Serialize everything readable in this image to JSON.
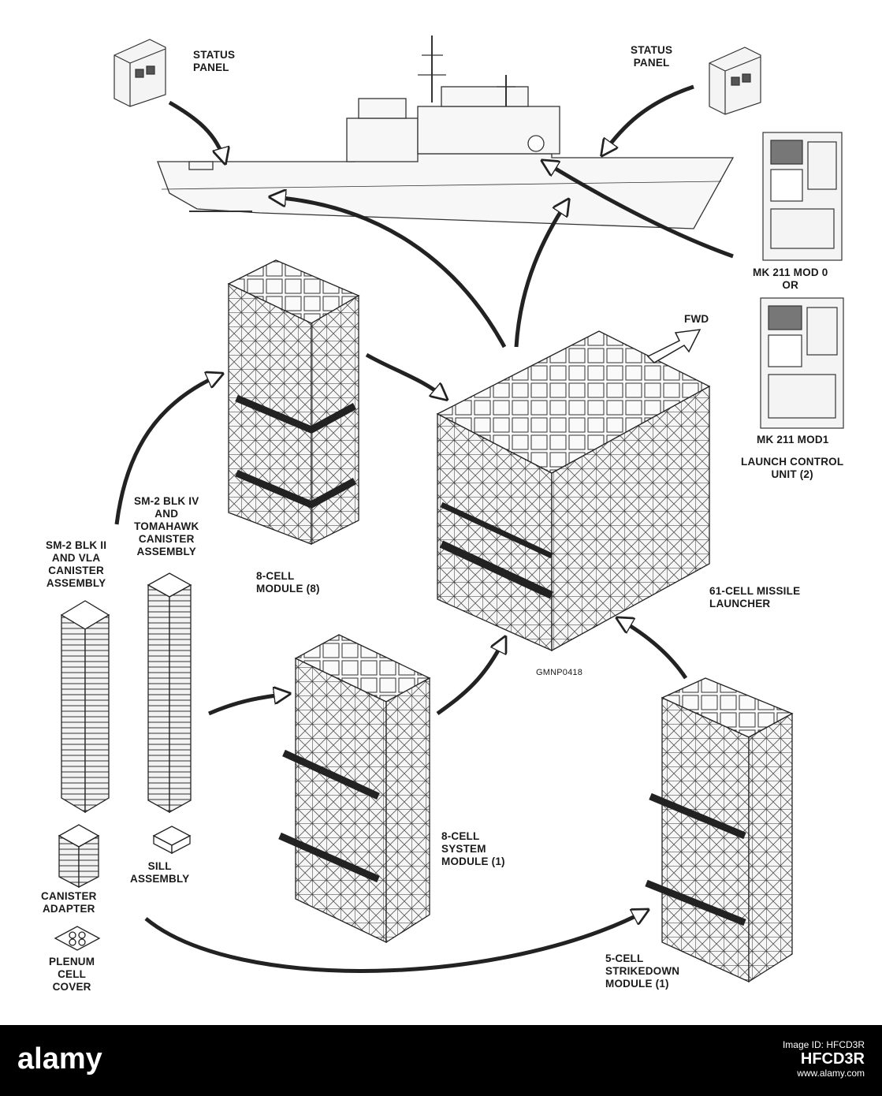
{
  "labels": {
    "status_panel_left": [
      "STATUS",
      "PANEL"
    ],
    "status_panel_right": [
      "STATUS",
      "PANEL"
    ],
    "mk211_mod0": [
      "MK 211 MOD 0",
      "OR"
    ],
    "mk211_mod1": [
      "MK 211 MOD1"
    ],
    "launch_control": [
      "LAUNCH CONTROL",
      "UNIT (2)"
    ],
    "fwd": "FWD",
    "eight_cell_module": [
      "8-CELL",
      "MODULE (8)"
    ],
    "launcher_61": [
      "61-CELL MISSILE",
      "LAUNCHER"
    ],
    "gmnp": "GMNP0418",
    "sm2_blk4": [
      "SM-2 BLK IV",
      "AND",
      "TOMAHAWK",
      "CANISTER",
      "ASSEMBLY"
    ],
    "sm2_blk2": [
      "SM-2 BLK II",
      "AND VLA",
      "CANISTER",
      "ASSEMBLY"
    ],
    "system_module": [
      "8-CELL",
      "SYSTEM",
      "MODULE (1)"
    ],
    "strikedown_module": [
      "5-CELL",
      "STRIKEDOWN",
      "MODULE (1)"
    ],
    "canister_adapter": [
      "CANISTER",
      "ADAPTER"
    ],
    "plenum_cover": [
      "PLENUM",
      "CELL",
      "COVER"
    ],
    "sill_assembly": [
      "SILL",
      "ASSEMBLY"
    ]
  },
  "banner": {
    "watermark": "alamy",
    "image_id_label": "Image ID: HFCD3R",
    "image_code": "HFCD3R",
    "site": "www.alamy.com"
  }
}
